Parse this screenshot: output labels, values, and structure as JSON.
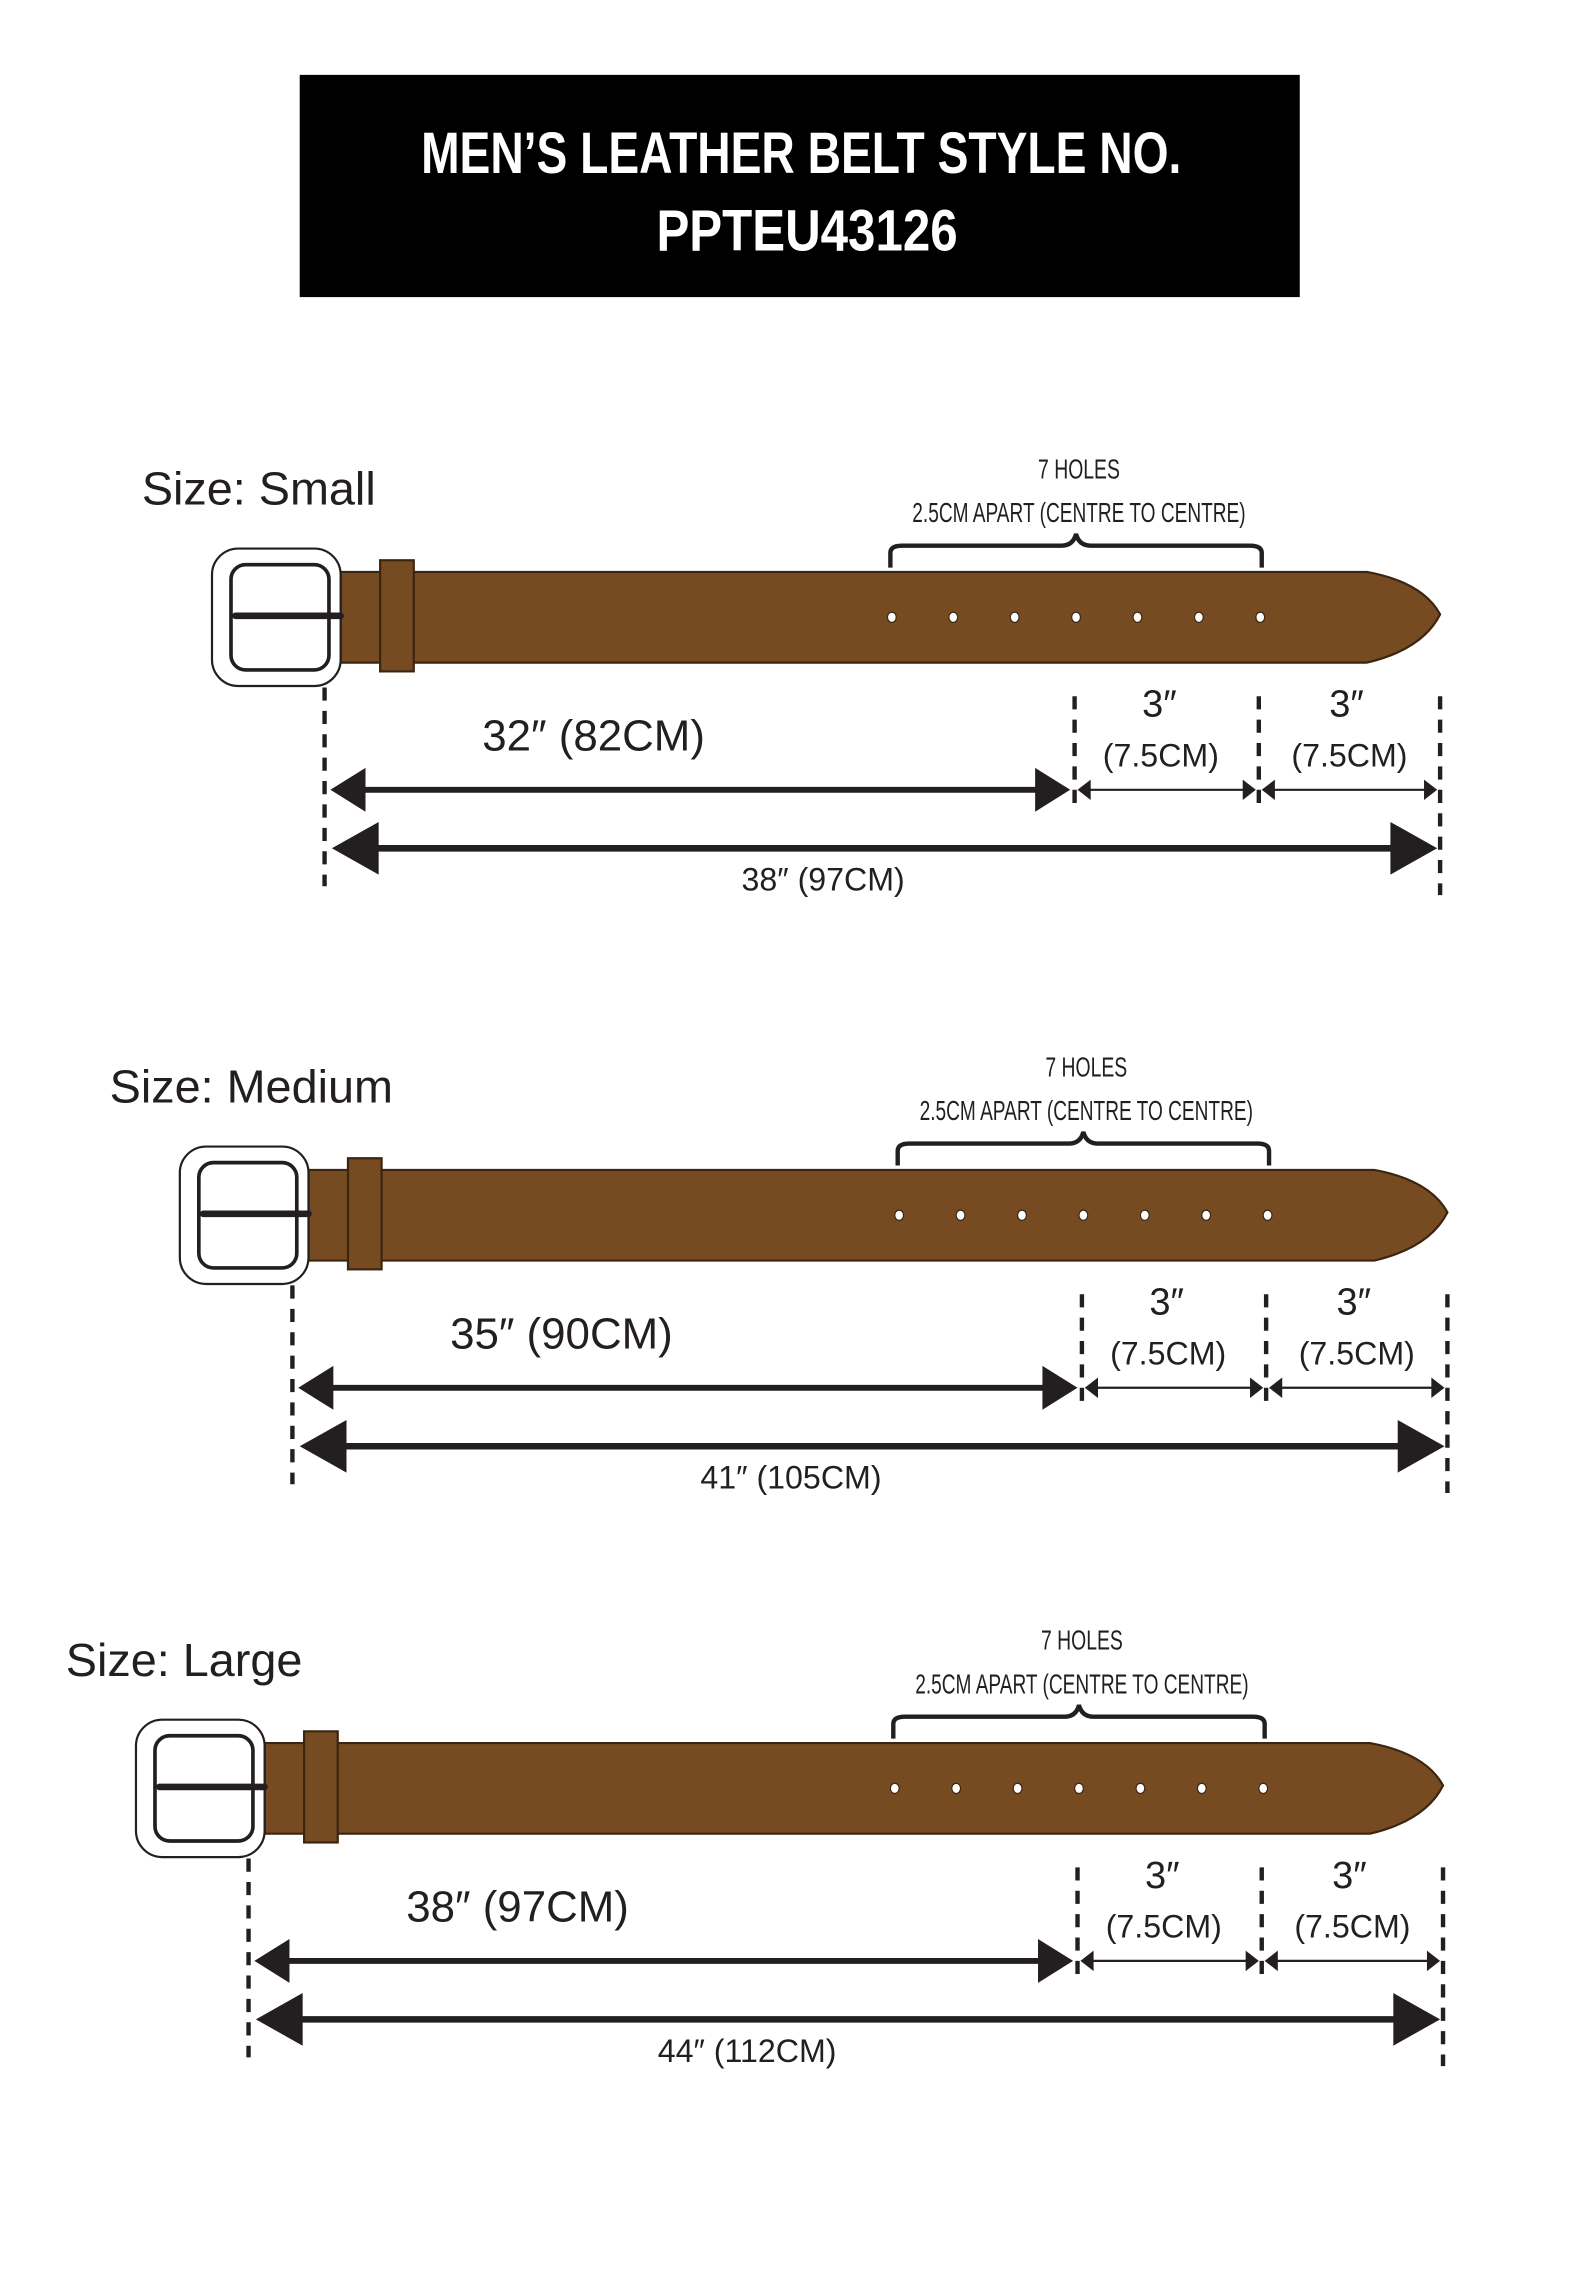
{
  "title": {
    "line1": "MEN’S LEATHER BELT STYLE NO.",
    "line2": "PPTEU43126"
  },
  "colors": {
    "leather": "#774b22",
    "title_bg": "#000000",
    "ink": "#231f20"
  },
  "sizes": [
    {
      "label": "Size:  Small",
      "holes_count": 7,
      "holes_title": "7 HOLES",
      "holes_note": "2.5CM APART (CENTRE TO CENTRE)",
      "to_first_hole": "32″ (82CM)",
      "hole_span_in": "3″",
      "hole_span_cm": "(7.5CM)",
      "tip_span_in": "3″",
      "tip_span_cm": "(7.5CM)",
      "total": "38″ (97CM)"
    },
    {
      "label": "Size:  Medium",
      "holes_count": 7,
      "holes_title": "7 HOLES",
      "holes_note": "2.5CM APART (CENTRE TO CENTRE)",
      "to_first_hole": "35″ (90CM)",
      "hole_span_in": "3″",
      "hole_span_cm": "(7.5CM)",
      "tip_span_in": "3″",
      "tip_span_cm": "(7.5CM)",
      "total": "41″ (105CM)"
    },
    {
      "label": "Size:  Large",
      "holes_count": 7,
      "holes_title": "7 HOLES",
      "holes_note": "2.5CM APART (CENTRE TO CENTRE)",
      "to_first_hole": "38″ (97CM)",
      "hole_span_in": "3″",
      "hole_span_cm": "(7.5CM)",
      "tip_span_in": "3″",
      "tip_span_cm": "(7.5CM)",
      "total": "44″ (112CM)"
    }
  ]
}
